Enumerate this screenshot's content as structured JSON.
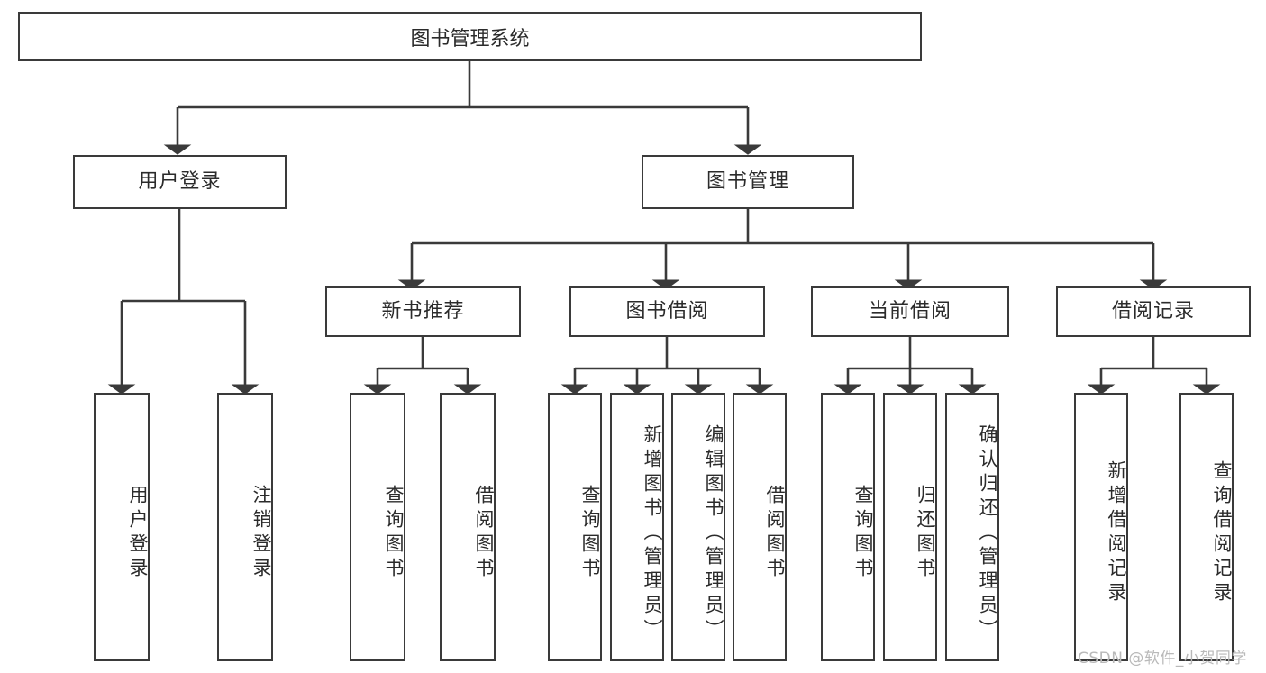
{
  "diagram": {
    "title": "图书管理系统",
    "root": {
      "label": "图书管理系统"
    },
    "level1": [
      {
        "label": "用户登录"
      },
      {
        "label": "图书管理"
      }
    ],
    "level2": [
      {
        "label": "新书推荐"
      },
      {
        "label": "图书借阅"
      },
      {
        "label": "当前借阅"
      },
      {
        "label": "借阅记录"
      }
    ],
    "leaves": {
      "user_login": [
        {
          "label": "用户登录"
        },
        {
          "label": "注销登录"
        }
      ],
      "new_book_recommend": [
        {
          "label": "查询图书"
        },
        {
          "label": "借阅图书"
        }
      ],
      "book_borrow": [
        {
          "label": "查询图书"
        },
        {
          "label": "新增图书（管理员）"
        },
        {
          "label": "编辑图书（管理员）"
        },
        {
          "label": "借阅图书"
        }
      ],
      "current_borrow": [
        {
          "label": "查询图书"
        },
        {
          "label": "归还图书"
        },
        {
          "label": "确认归还（管理员）"
        }
      ],
      "borrow_record": [
        {
          "label": "新增借阅记录"
        },
        {
          "label": "查询借阅记录"
        }
      ]
    },
    "watermark": "CSDN @软件_小贺同学",
    "colors": {
      "stroke": "#3a3a3a",
      "background": "#ffffff",
      "text": "#2b2b2b",
      "watermark": "#b9b9b9"
    }
  }
}
